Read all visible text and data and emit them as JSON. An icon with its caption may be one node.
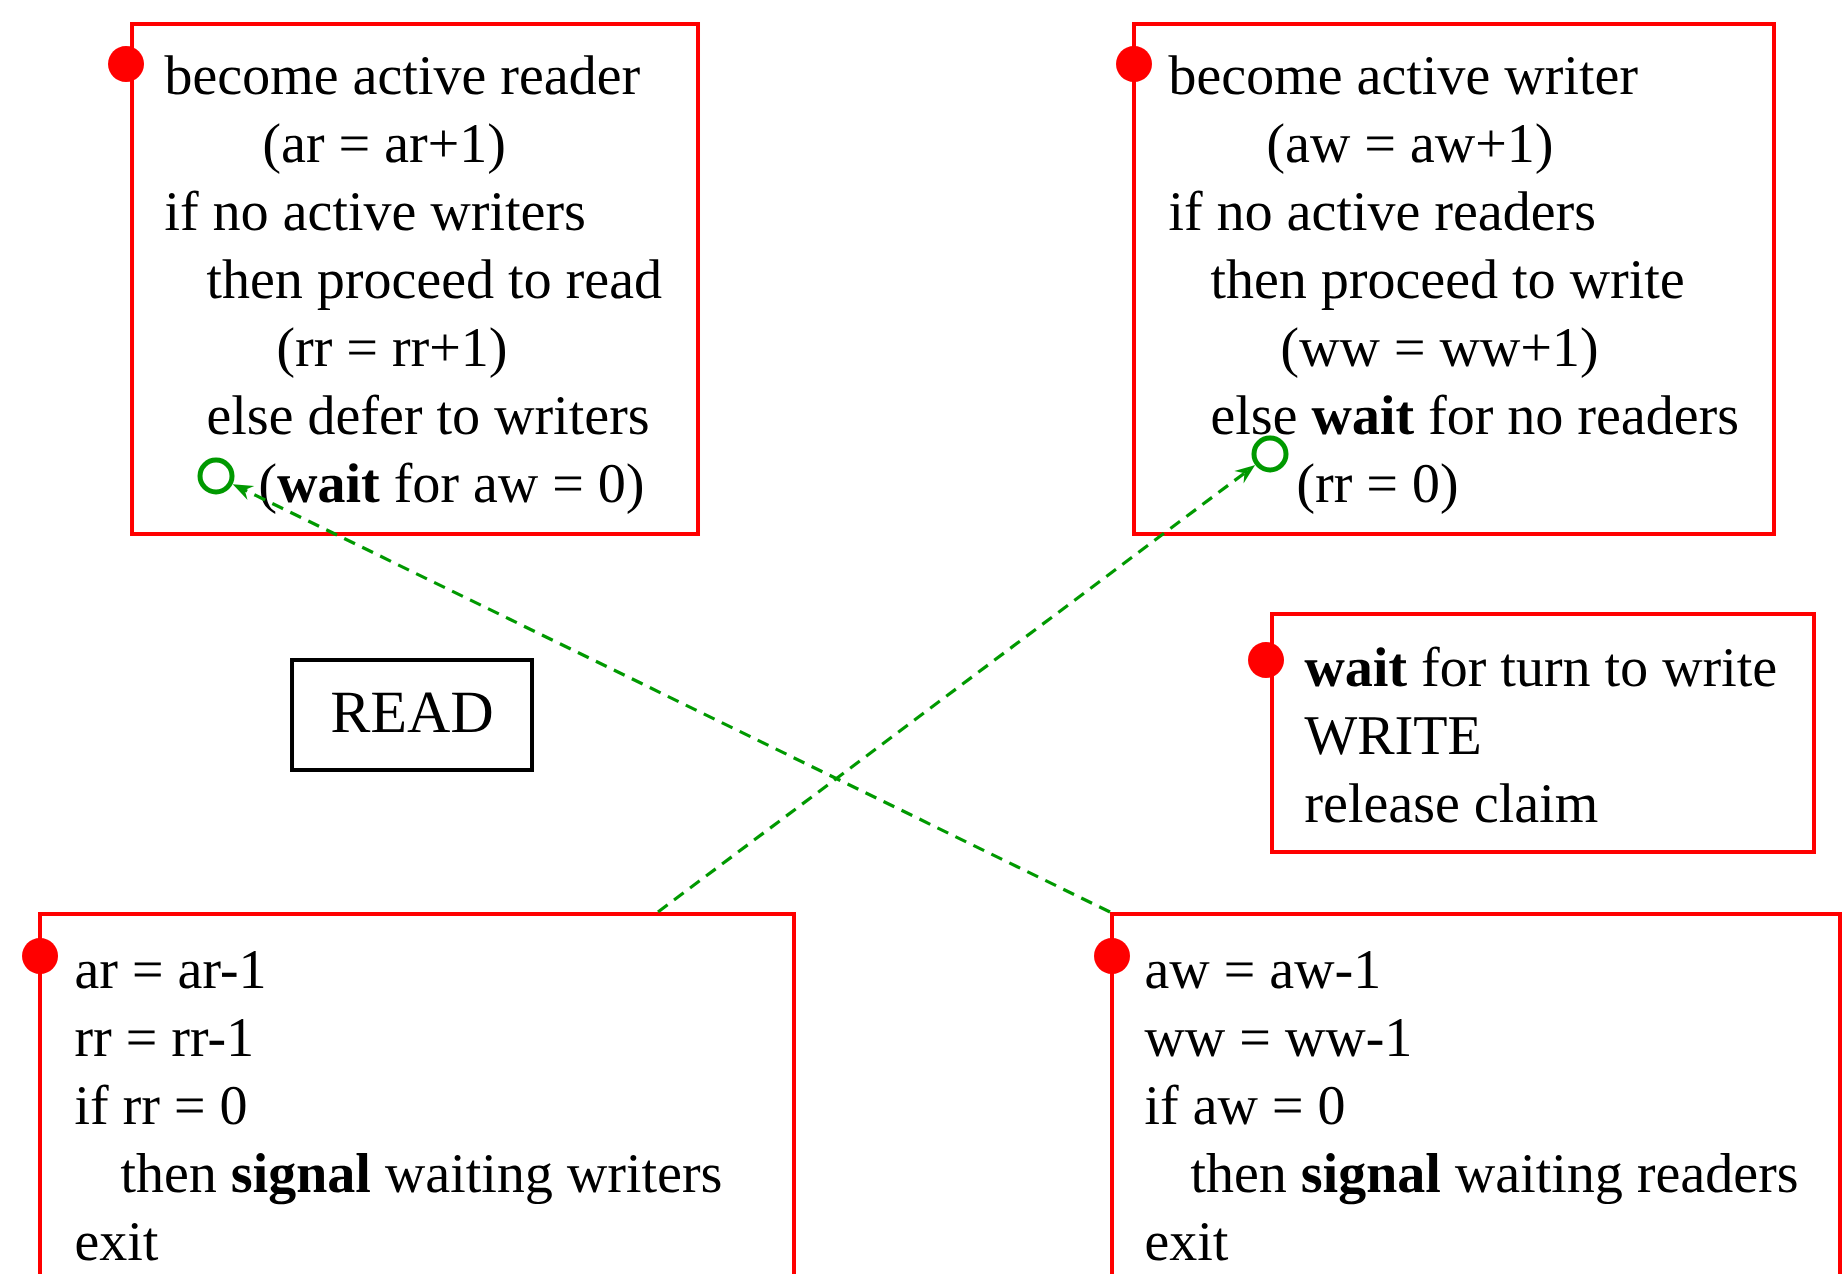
{
  "diagram": {
    "nodes": [
      {
        "text": [
          "become active reader",
          "(ar = ar+1)",
          "if no active writers",
          "then proceed to read",
          "(rr = rr+1)",
          "else defer to writers",
          "(**wait** for aw = 0)"
        ]
      },
      {
        "text": [],
        "shape": "circle",
        "in": 0
      },
      {
        "text": [
          "become active writer",
          "(aw = aw+1)",
          "if no active readers",
          "then proceed to write",
          "(ww = ww+1)",
          "else **wait** for no readers",
          "(rr = 0)"
        ]
      },
      {
        "text": [],
        "shape": "circle",
        "in": 2
      },
      {
        "text": [
          "READ"
        ]
      },
      {
        "text": [
          "**wait** for turn to write",
          "WRITE",
          "release claim"
        ]
      },
      {
        "text": [
          "ar = ar-1",
          "rr = rr-1",
          "if rr = 0",
          "then **signal** waiting writers",
          "exit"
        ]
      },
      {
        "text": [
          "aw = aw-1",
          "ww = ww-1",
          "if aw = 0",
          "then **signal** waiting readers",
          "exit"
        ]
      }
    ],
    "edges": [
      {
        "from": 6,
        "to": 3,
        "arrow": "to",
        "style": "dashed",
        "color": "#009900"
      },
      {
        "from": 7,
        "to": 1,
        "arrow": "to",
        "style": "dashed",
        "color": "#009900"
      }
    ]
  }
}
